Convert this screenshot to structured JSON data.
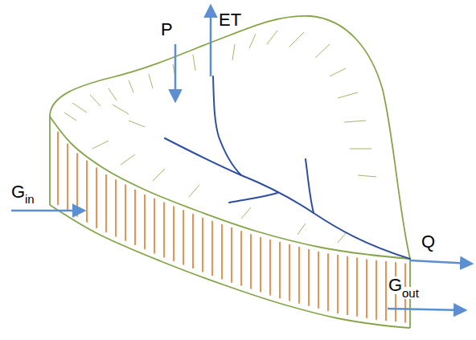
{
  "diagram": {
    "labels": [
      "P",
      "ET",
      "G",
      "in",
      "Q",
      "G",
      "out"
    ]
  }
}
